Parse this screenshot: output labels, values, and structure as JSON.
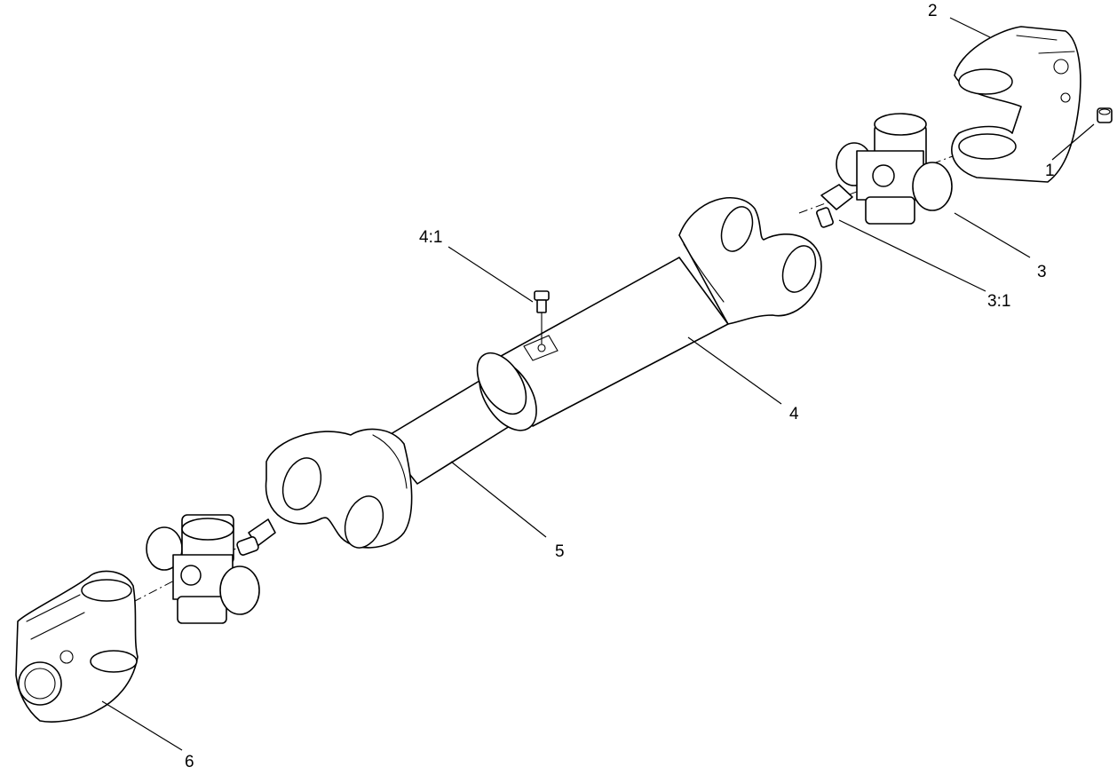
{
  "diagram": {
    "callouts": {
      "c1": "1",
      "c2": "2",
      "c3": "3",
      "c3_1": "3:1",
      "c4": "4",
      "c4_1": "4:1",
      "c5": "5",
      "c6": "6"
    },
    "colors": {
      "line": "#000000",
      "fill": "#ffffff"
    }
  }
}
